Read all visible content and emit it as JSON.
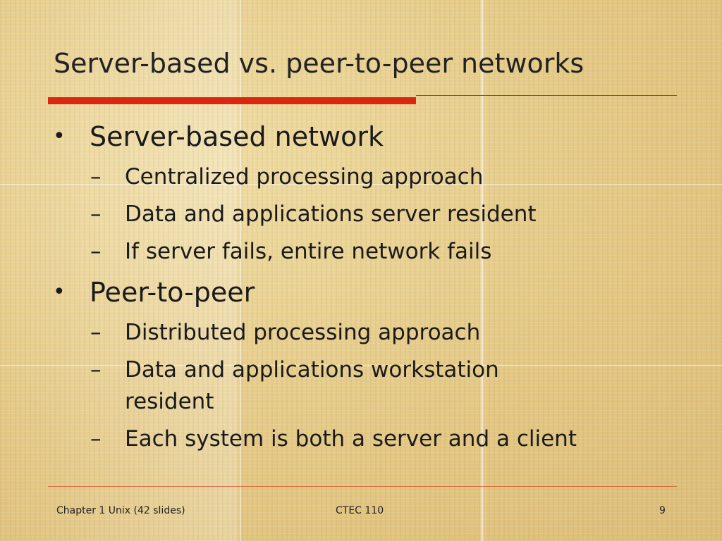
{
  "slide": {
    "title": "Server-based vs. peer-to-peer networks",
    "bullets": [
      {
        "text": "Server-based network",
        "sub": [
          "Centralized processing approach",
          "Data and applications server resident",
          "If server fails, entire network fails"
        ]
      },
      {
        "text": "Peer-to-peer",
        "sub": [
          "Distributed processing approach",
          "Data and applications workstation",
          "resident",
          "Each system is both a server and a client"
        ]
      }
    ],
    "bullet_mark": "•",
    "sub_mark": "–"
  },
  "footer": {
    "left": "Chapter 1 Unix (42 slides)",
    "center": "CTEC 110",
    "right": "9"
  },
  "colors": {
    "accent_rule": "#d9280f",
    "background": "#e6cc8c"
  }
}
